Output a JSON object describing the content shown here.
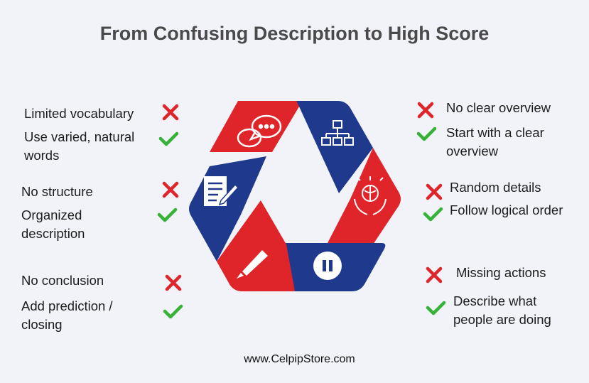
{
  "title": "From Confusing Description to High Score",
  "footer": "www.CelpipStore.com",
  "colors": {
    "red": "#e0252a",
    "blue": "#1f3a8c",
    "check": "#36b236",
    "cross": "#e0252a"
  },
  "left": [
    {
      "bad": "Limited vocabulary",
      "good": "Use varied, natural words"
    },
    {
      "bad": "No structure",
      "good": "Organized description"
    },
    {
      "bad": "No conclusion",
      "good": "Add prediction / closing"
    }
  ],
  "right": [
    {
      "bad": "No clear overview",
      "good": "Start with a clear overview"
    },
    {
      "bad": "Random details",
      "good": "Follow logical order"
    },
    {
      "bad": "Missing actions",
      "good": "Describe what people are doing"
    }
  ],
  "cycle_icons": [
    "speech-bubbles-icon",
    "hierarchy-icon",
    "brain-in-hands-icon",
    "pause-icon",
    "pencil-icon",
    "document-edit-icon"
  ]
}
